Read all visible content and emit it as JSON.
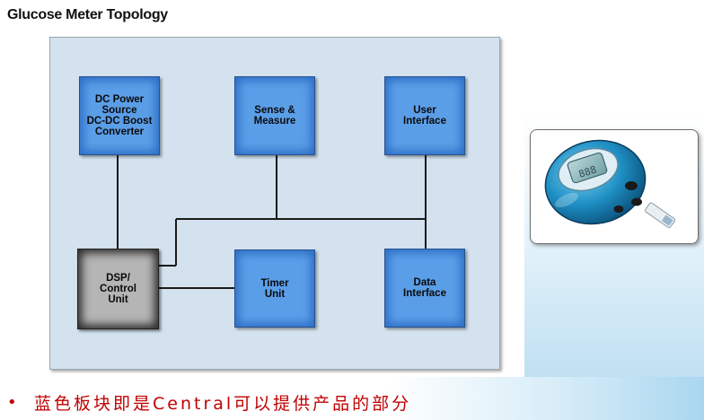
{
  "title": "Glucose Meter Topology",
  "blocks": {
    "dc_power": "DC Power\nSource\nDC-DC Boost\nConverter",
    "sense": "Sense &\nMeasure",
    "user": "User\nInterface",
    "dsp": "DSP/\nControl\nUnit",
    "timer": "Timer\nUnit",
    "data": "Data\nInterface"
  },
  "bullet": "蓝色板块即是Central可以提供产品的部分",
  "colors": {
    "block_fill": "#5b9ee8",
    "dsp_fill": "#b5b5b5",
    "panel_bg": "#d3e2ee",
    "bullet_text": "#c00000",
    "device_body": "#1e8fc4"
  },
  "icons": {
    "device": "glucose-meter-device-image"
  }
}
